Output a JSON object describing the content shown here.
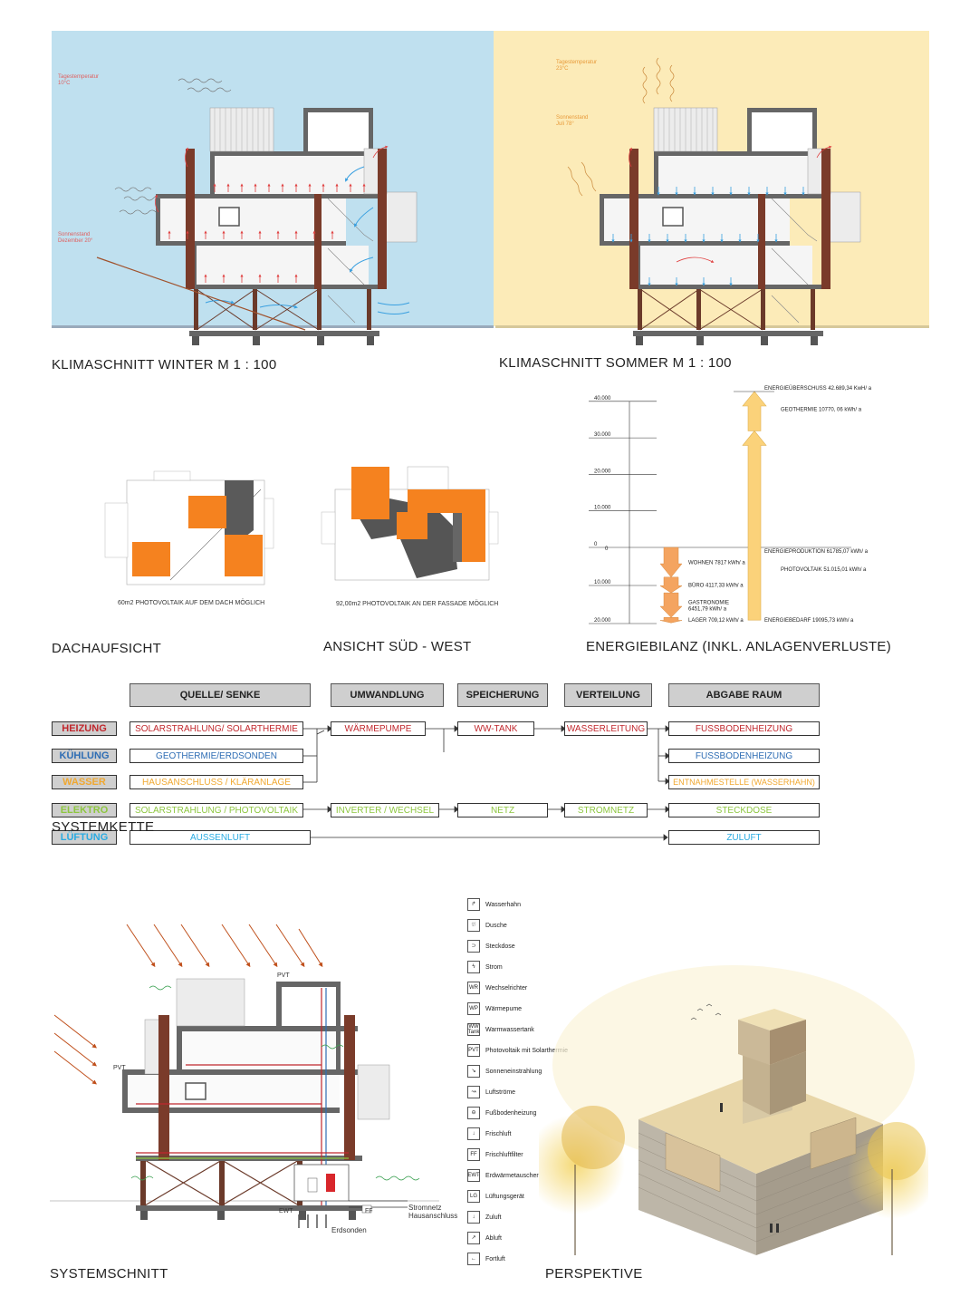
{
  "captions": {
    "winter": "KLIMASCHNITT WINTER M 1 : 100",
    "summer": "KLIMASCHNITT SOMMER M 1 : 100",
    "roof": "DACHAUFSICHT",
    "south_west": "ANSICHT SÜD - WEST",
    "energy": "ENERGIEBILANZ (INKL. ANLAGENVERLUSTE)",
    "system_chain": "SYSTEMKETTE",
    "system_section": "SYSTEMSCHNITT",
    "perspective": "PERSPEKTIVE"
  },
  "winter": {
    "temp_label": "Tagestemperatur",
    "temp_value": "10°C",
    "sun_label": "Sonnenstand",
    "sun_value": "Dezember 20°"
  },
  "summer": {
    "temp_label": "Tagestemperatur",
    "temp_value": "23°C",
    "sun_label": "Sonnenstand",
    "sun_value": "Juli 78°"
  },
  "roof_note": "60m2 PHOTOVOLTAIK AUF DEM DACH MÖGLICH",
  "facade_note": "92,00m2 PHOTOVOLTAIK AN DER FASSADE MÖGLICH",
  "colors": {
    "orange": "#f5821f",
    "grey": "#5a5a5a",
    "heizung": "#c0272d",
    "kuehlung": "#2e6db4",
    "wasser": "#f0a830",
    "elektro": "#8dc63f",
    "lueftung": "#29abe2",
    "energy_bar": "#fbd27a"
  },
  "chart_data": {
    "type": "bar",
    "axis_ticks": [
      "40.000",
      "30.000",
      "20.000",
      "10.000",
      "0",
      "0",
      "10.000",
      "20.000"
    ],
    "ylim": [
      -20000,
      42689.34
    ],
    "demand": [
      {
        "label": "WOHNEN 7817 kWh/ a",
        "value": 7817
      },
      {
        "label": "BÜRO 4117,33 kWh/ a",
        "value": 4117.33
      },
      {
        "label_line1": "GASTRONOMIE",
        "label_line2": "6451,79 kWh/ a",
        "value": 6451.79
      },
      {
        "label": "LAGER 709,12 kWh/ a",
        "value": 709.12
      }
    ],
    "supply": [
      {
        "label": "PHOTOVOLTAIK 51.015,01 kWh/ a",
        "value": 51015.01
      },
      {
        "label": "GEOTHERMIE 10770, 06 kWh/ a",
        "value": 10770.06
      }
    ],
    "annotations": {
      "surplus": "ENERGIEÜBERSCHUSS 42.689,34 KwH/ a",
      "production": "ENERGIEPRODUKTION  61785,07 kWh/ a",
      "demand_total": "ENERGIEBEDARF 19095,73 kWh/ a"
    }
  },
  "system_chain": {
    "headers": [
      "QUELLE/ SENKE",
      "UMWANDLUNG",
      "SPEICHERUNG",
      "VERTEILUNG",
      "ABGABE RAUM"
    ],
    "rows": [
      {
        "label": "HEIZUNG",
        "source": "SOLARSTRAHLUNG/ SOLARTHERMIE",
        "conversion": "WÄRMEPUMPE",
        "storage": "WW-TANK",
        "distribution": "WASSERLEITUNG",
        "output": "FUSSBODENHEIZUNG"
      },
      {
        "label": "KÜHLUNG",
        "source": "GEOTHERMIE/ERDSONDEN",
        "output": "FUSSBODENHEIZUNG"
      },
      {
        "label": "WASSER",
        "source": "HAUSANSCHLUSS / KLÄRANLAGE",
        "output": "ENTNAHMESTELLE (WASSERHAHN)"
      },
      {
        "label": "ELEKTRO",
        "source": "SOLARSTRAHLUNG / PHOTOVOLTAIK",
        "conversion": "INVERTER / WECHSEL",
        "storage": "NETZ",
        "distribution": "STROMNETZ",
        "output": "STECKDOSE"
      },
      {
        "label": "LÜFTUNG",
        "source": "AUSSENLUFT",
        "output": "ZULUFT"
      }
    ]
  },
  "legend": [
    {
      "icon": "↱",
      "label": "Wasserhahn"
    },
    {
      "icon": "⛆",
      "label": "Dusche"
    },
    {
      "icon": "⊃",
      "label": "Steckdose"
    },
    {
      "icon": "ϟ",
      "label": "Strom"
    },
    {
      "icon": "WR",
      "label": "Wechselrichter"
    },
    {
      "icon": "WP",
      "label": "Wärmepume"
    },
    {
      "icon": "WW Tank",
      "label": "Warmwassertank"
    },
    {
      "icon": "PVT",
      "label": "Photovoltaik mit Solarthermie"
    },
    {
      "icon": "↘",
      "label": "Sonneneinstrahlung"
    },
    {
      "icon": "↝",
      "label": "Luftströme"
    },
    {
      "icon": "⊖",
      "label": "Fußbodenheizung"
    },
    {
      "icon": "↓",
      "label": "Frischluft"
    },
    {
      "icon": "FF",
      "label": "Frischluftfilter"
    },
    {
      "icon": "EWT",
      "label": "Erdwärmetauscher"
    },
    {
      "icon": "LG",
      "label": "Lüftungsgerät"
    },
    {
      "icon": "↓",
      "label": "Zuluft"
    },
    {
      "icon": "↗",
      "label": "Abluft"
    },
    {
      "icon": "←",
      "label": "Fortluft"
    }
  ],
  "system_section_labels": {
    "grid": "Stromnetz",
    "house": "Hausanschluss",
    "probes": "Erdsonden",
    "pvt1": "PVT",
    "pvt2": "PVT",
    "ewt": "EWT",
    "ff": "FF"
  }
}
